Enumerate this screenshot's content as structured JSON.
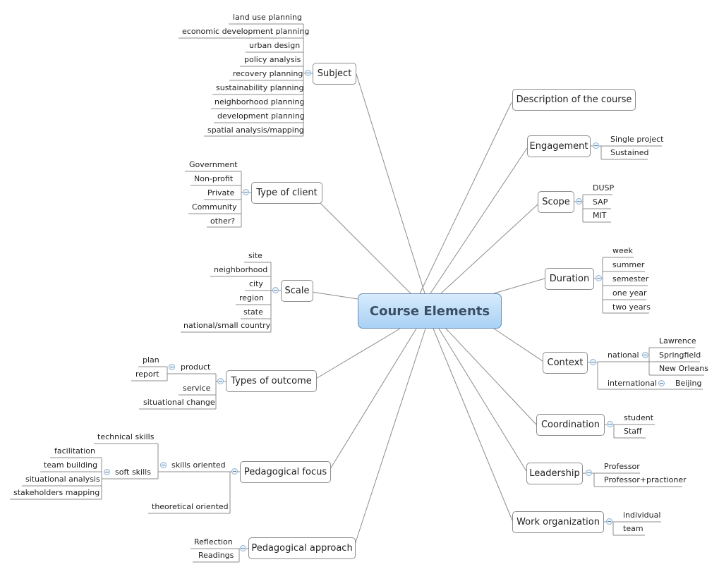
{
  "central": "Course Elements",
  "subject": {
    "title": "Subject",
    "items": [
      "land use planning",
      "economic development planning",
      "urban design",
      "policy analysis",
      "recovery planning",
      "sustainability planning",
      "neighborhood planning",
      "development planning",
      "spatial analysis/mapping"
    ]
  },
  "client": {
    "title": "Type of client",
    "items": [
      "Government",
      "Non-profit",
      "Private",
      "Community",
      "other?"
    ]
  },
  "scale": {
    "title": "Scale",
    "items": [
      "site",
      "neighborhood",
      "city",
      "region",
      "state",
      "national/small country"
    ]
  },
  "outcome": {
    "title": "Types of outcome",
    "product": "product",
    "product_items": [
      "plan",
      "report"
    ],
    "items": [
      "service",
      "situational change"
    ]
  },
  "pedfocus": {
    "title": "Pedagogical focus",
    "skills": "skills oriented",
    "skills_items": [
      "technical skills"
    ],
    "soft": "soft skills",
    "soft_items": [
      "facilitation",
      "team building",
      "situational analysis",
      "stakeholders mapping"
    ],
    "theoretical": "theoretical oriented"
  },
  "pedapproach": {
    "title": "Pedagogical approach",
    "items": [
      "Reflection",
      "Readings"
    ]
  },
  "description": {
    "title": "Description of the course"
  },
  "engagement": {
    "title": "Engagement",
    "items": [
      "Single project",
      "Sustained"
    ]
  },
  "scope": {
    "title": "Scope",
    "items": [
      "DUSP",
      "SAP",
      "MIT"
    ]
  },
  "duration": {
    "title": "Duration",
    "items": [
      "week",
      "summer",
      "semester",
      "one year",
      "two years"
    ]
  },
  "context": {
    "title": "Context",
    "national": "national",
    "national_items": [
      "Lawrence",
      "Springfield",
      "New Orleans"
    ],
    "international": "international",
    "international_items": [
      "Beijing"
    ]
  },
  "coordination": {
    "title": "Coordination",
    "items": [
      "student",
      "Staff"
    ]
  },
  "leadership": {
    "title": "Leadership",
    "items": [
      "Professor",
      "Professor+practioner"
    ]
  },
  "workorg": {
    "title": "Work organization",
    "items": [
      "individual",
      "team"
    ]
  },
  "colors": {
    "line": "#8c8c8c",
    "central_top": "#d7ebfb",
    "central_bottom": "#a9d1f5",
    "collapse": "#8fb0cf"
  }
}
